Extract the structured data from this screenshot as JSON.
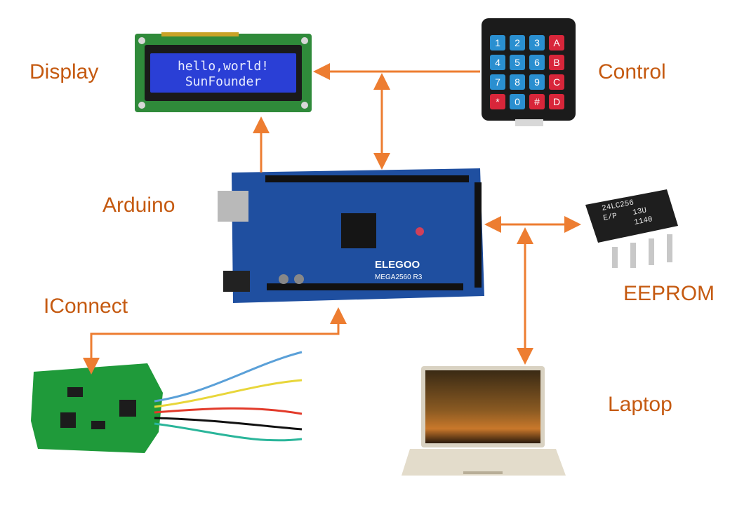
{
  "labels": {
    "display": "Display",
    "control": "Control",
    "arduino": "Arduino",
    "iconnect": "IConnect",
    "eeprom": "EEPROM",
    "laptop": "Laptop"
  },
  "lcd": {
    "line1": "hello,world!",
    "line2": "SunFounder"
  },
  "keypad": {
    "keys": [
      "1",
      "2",
      "3",
      "A",
      "4",
      "5",
      "6",
      "B",
      "7",
      "8",
      "9",
      "C",
      "*",
      "0",
      "#",
      "D"
    ]
  },
  "arduino_board": {
    "brand": "ELEGOO",
    "model": "MEGA2560 R3"
  },
  "eeprom_chip": {
    "line1": "24LC256",
    "line2": "E/P",
    "line3": "13U",
    "line4": "1140"
  },
  "colors": {
    "label": "#C55A11",
    "arrow": "#ED7D31",
    "board": "#1f4fa0",
    "lcd_screen": "#2a3fd6",
    "pcb_green": "#1f9a3a"
  }
}
